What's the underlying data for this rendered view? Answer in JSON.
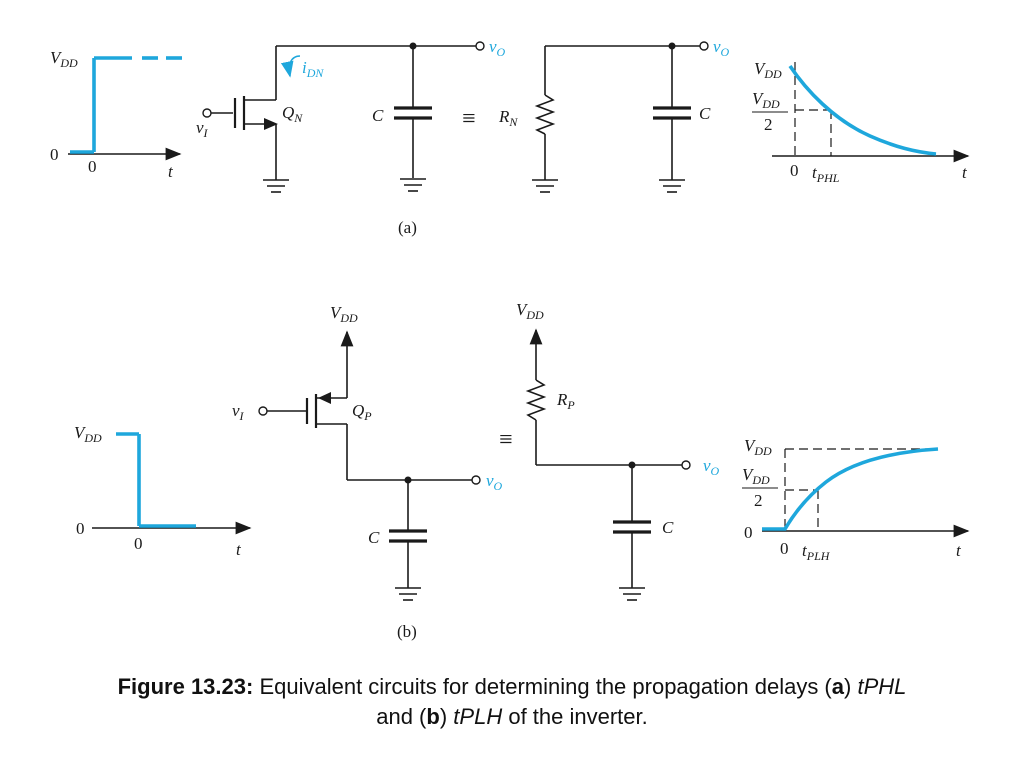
{
  "labels": {
    "vdd": "V",
    "vdd_sub": "DD",
    "zero": "0",
    "t": "t",
    "vo": "v",
    "vo_sub": "O",
    "vi": "v",
    "vi_sub": "I",
    "idn": "i",
    "idn_sub": "DN",
    "qn": "Q",
    "qn_sub": "N",
    "qp": "Q",
    "qp_sub": "P",
    "c": "C",
    "rn": "R",
    "rn_sub": "N",
    "rp": "R",
    "rp_sub": "P",
    "equiv": "≡",
    "two": "2",
    "tphl": "t",
    "tphl_sub": "PHL",
    "tplh": "t",
    "tplh_sub": "PLH",
    "panel_a": "(a)",
    "panel_b": "(b)"
  },
  "caption": {
    "figure_label": "Figure 13.23:",
    "text_1": " Equivalent circuits for determining the propagation delays (",
    "a": "a",
    "text_2": ") ",
    "tphl": "tPHL",
    "text_3": " and (",
    "b": "b",
    "text_4": ") ",
    "tplh": "tPLH",
    "text_5": " of the inverter."
  },
  "colors": {
    "accent": "#1ea7dc",
    "ink": "#1a1a1a"
  }
}
